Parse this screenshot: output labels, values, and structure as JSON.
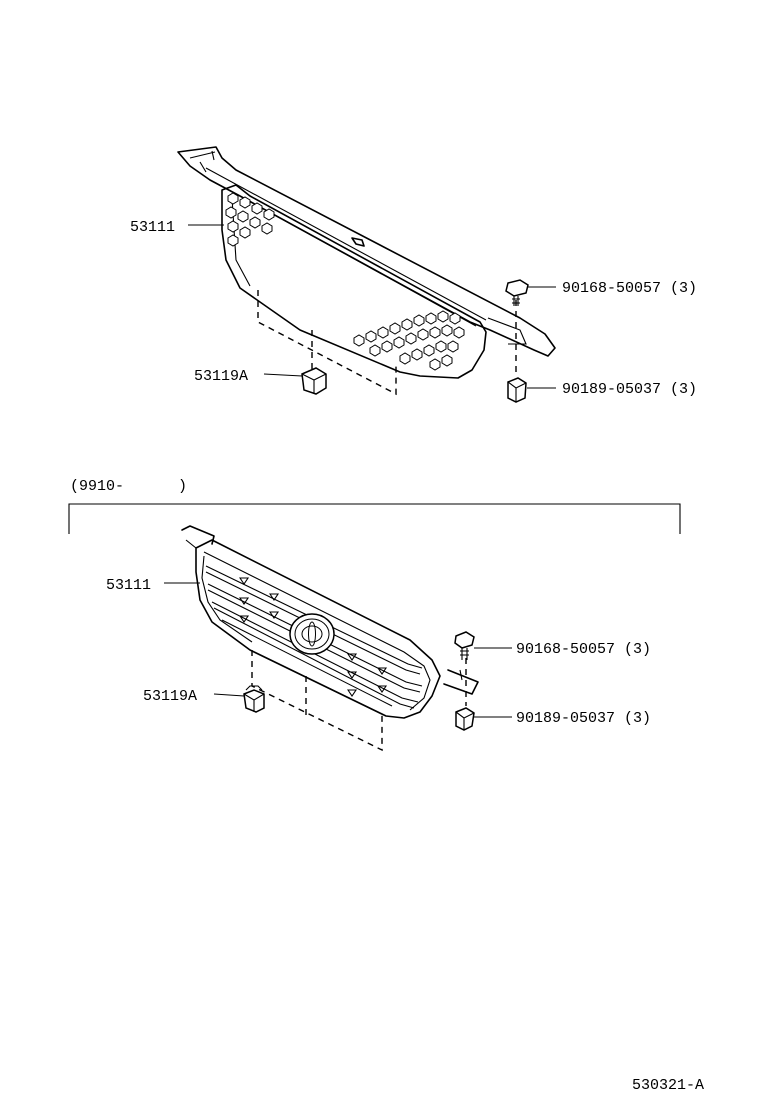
{
  "upper_assembly": {
    "labels": {
      "grille": "53111",
      "clip": "53119A",
      "screw": "90168-50057 (3)",
      "nut": "90189-05037 (3)"
    }
  },
  "lower_assembly": {
    "date_range": "(9910-      )",
    "labels": {
      "grille": "53111",
      "clip": "53119A",
      "screw": "90168-50057 (3)",
      "nut": "90189-05037 (3)"
    }
  },
  "diagram_code": "530321-A"
}
